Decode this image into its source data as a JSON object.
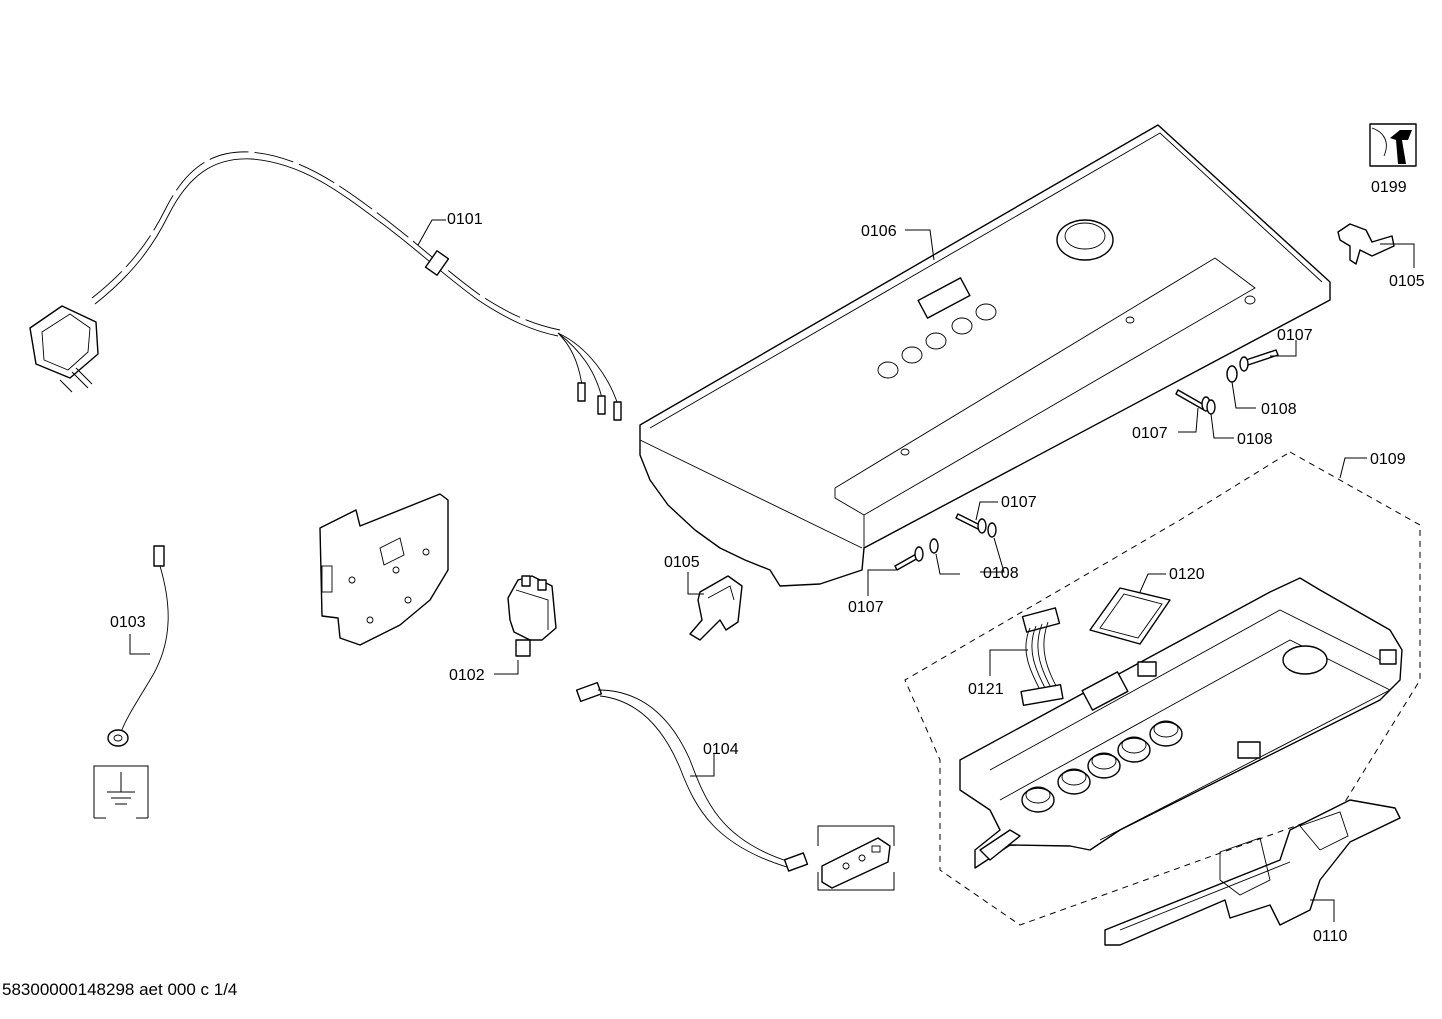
{
  "labels": {
    "p0101": "0101",
    "p0102": "0102",
    "p0103": "0103",
    "p0104": "0104",
    "p0105a": "0105",
    "p0105b": "0105",
    "p0106": "0106",
    "p0107a": "0107",
    "p0107b": "0107",
    "p0107c": "0107",
    "p0107d": "0107",
    "p0108a": "0108",
    "p0108b": "0108",
    "p0108c": "0108",
    "p0109": "0109",
    "p0110": "0110",
    "p0120": "0120",
    "p0121": "0121",
    "p0199": "0199"
  },
  "footer": "58300000148298 aet 000 c 1/4"
}
